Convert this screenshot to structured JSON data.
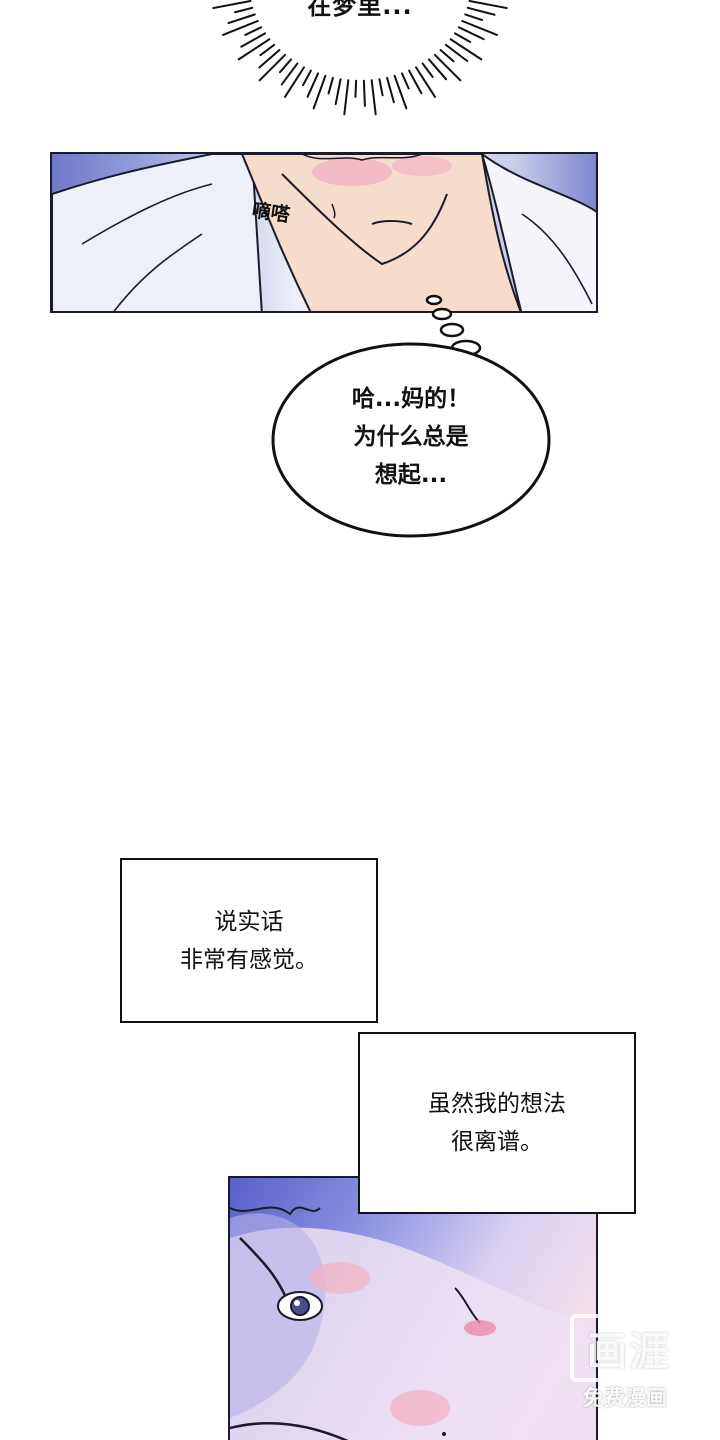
{
  "burst": {
    "text": "在梦里..."
  },
  "panel1": {
    "sfx": "嘀嗒"
  },
  "thought": {
    "lines": [
      "哈...妈的！",
      "为什么总是",
      "想起..."
    ]
  },
  "narration1": {
    "lines": [
      "说实话",
      "非常有感觉。"
    ]
  },
  "narration2": {
    "lines": [
      "虽然我的想法",
      "很离谱。"
    ]
  },
  "watermark": {
    "logo": "画涯",
    "text": "免费漫画"
  },
  "colors": {
    "panel_blue": "#6f77c9",
    "panel_violet": "#8a8fe0",
    "blush": "#f3b3c4"
  }
}
